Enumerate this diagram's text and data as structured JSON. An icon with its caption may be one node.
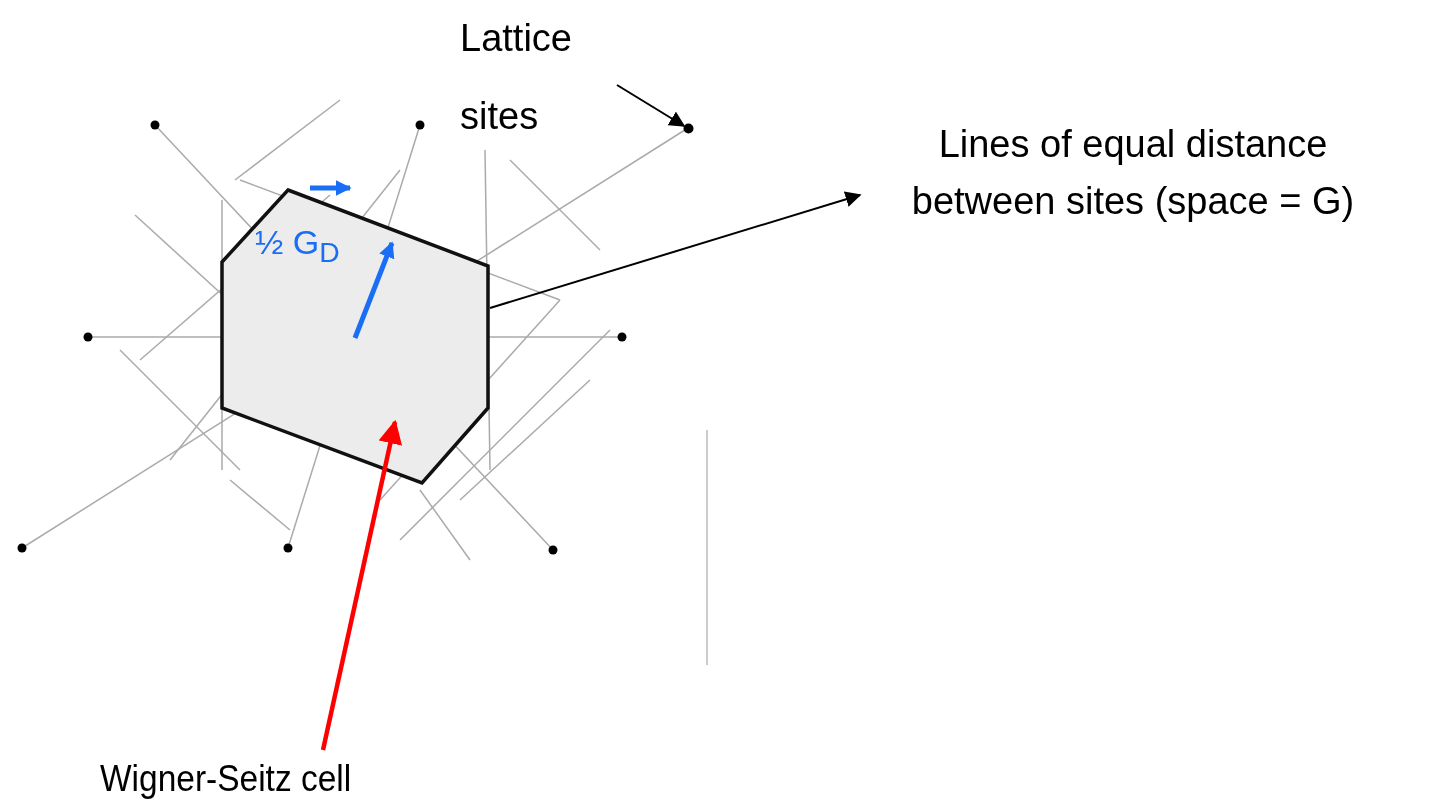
{
  "diagram": {
    "nodes": [
      {
        "text": [
          "Lattice sites"
        ]
      },
      {
        "text": [],
        "shape": "circle"
      },
      {
        "text": [
          "Lines of equal distance between sites (space = G)"
        ]
      },
      {
        "text": [
          "Wigner-Seitz cell"
        ]
      },
      {
        "text": [],
        "shape": "hexagon"
      }
    ],
    "edges": [
      {
        "from": 0,
        "to": 1,
        "arrow": "to"
      },
      {
        "from": 4,
        "to": 2,
        "arrow": "to"
      },
      {
        "from": 3,
        "to": 4,
        "arrow": "to",
        "style": "thick",
        "color": "#ff0000"
      }
    ],
    "labels": [
      "½ G$_{D}$"
    ]
  }
}
